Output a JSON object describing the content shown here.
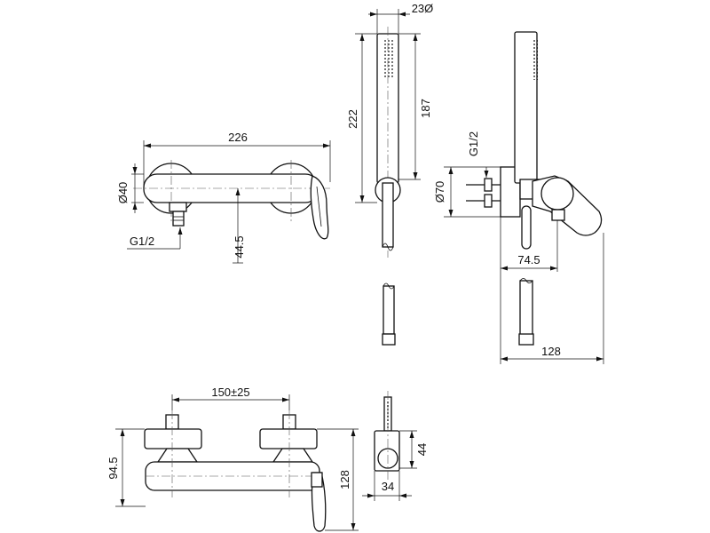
{
  "drawing": {
    "front_view": {
      "width_dim": "226",
      "diameter_dim": "Ø40",
      "thread_label": "G1/2",
      "offset_dim": "44.5"
    },
    "handshower_view": {
      "diameter_dim": "23Ø",
      "total_length_dim": "222",
      "head_length_dim": "187"
    },
    "side_view": {
      "thread_label": "G1/2",
      "diameter_dim": "Ø70",
      "depth_dim": "74.5",
      "total_depth_dim": "128"
    },
    "top_view": {
      "centers_dim": "150±25",
      "depth_dim": "94.5",
      "total_depth_dim": "128"
    },
    "bracket_view": {
      "height_dim": "44",
      "width_dim": "34"
    }
  }
}
